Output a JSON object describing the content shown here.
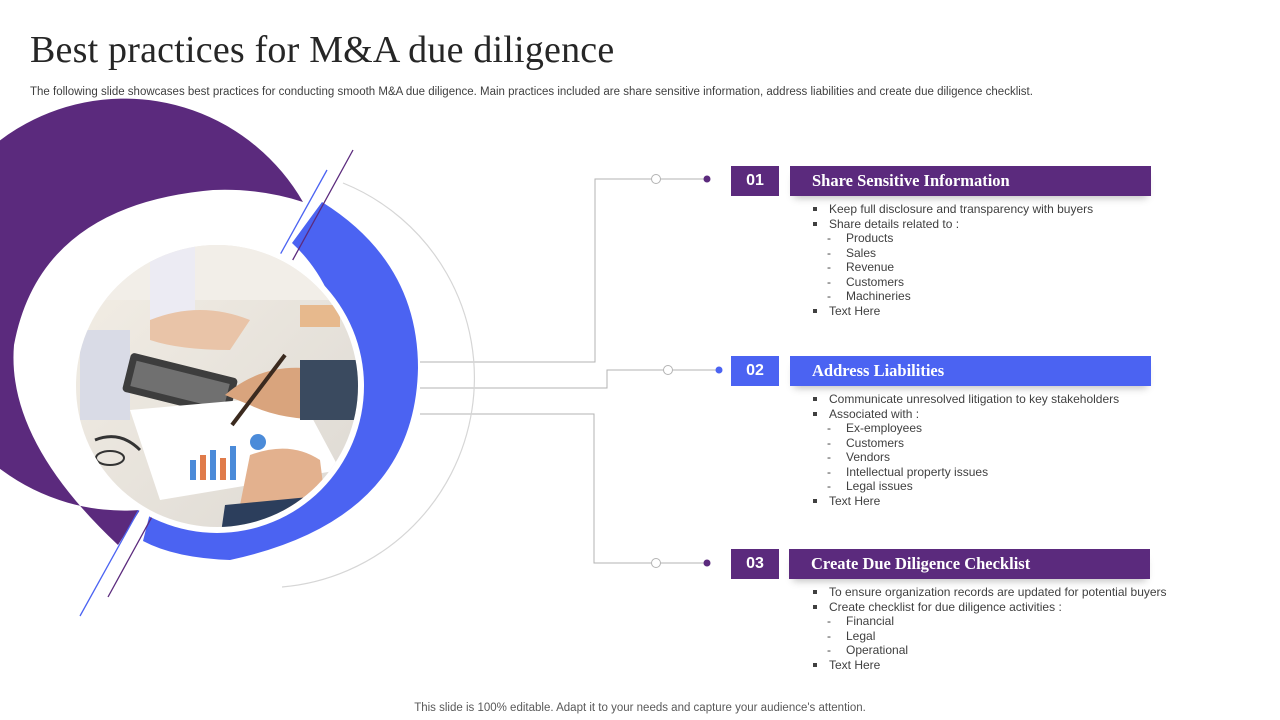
{
  "title": "Best practices for M&A due diligence",
  "subtitle": "The following slide showcases best practices for conducting smooth M&A due diligence. Main practices included are share sensitive information, address liabilities and create due diligence checklist.",
  "colors": {
    "purple": "#5b2a7d",
    "blue": "#4b63f2",
    "connector": "#b3b3b3"
  },
  "sections": [
    {
      "number": "01",
      "heading": "Share Sensitive Information",
      "bullets": [
        "Keep full disclosure and transparency with buyers",
        "Share details related to :"
      ],
      "subitems": [
        "Products",
        "Sales",
        "Revenue",
        "Customers",
        "Machineries"
      ],
      "last": "Text Here"
    },
    {
      "number": "02",
      "heading": "Address Liabilities",
      "bullets": [
        "Communicate unresolved litigation to key stakeholders",
        "Associated with :"
      ],
      "subitems": [
        "Ex-employees",
        "Customers",
        "Vendors",
        "Intellectual property issues",
        "Legal issues"
      ],
      "last": "Text Here"
    },
    {
      "number": "03",
      "heading": "Create Due Diligence Checklist",
      "bullets": [
        "To ensure organization records are updated for potential buyers",
        "Create checklist for due diligence activities :"
      ],
      "subitems": [
        "Financial",
        "Legal",
        "Operational"
      ],
      "last": "Text Here"
    }
  ],
  "footer": "This slide is 100% editable. Adapt it to your needs and capture your audience's attention."
}
